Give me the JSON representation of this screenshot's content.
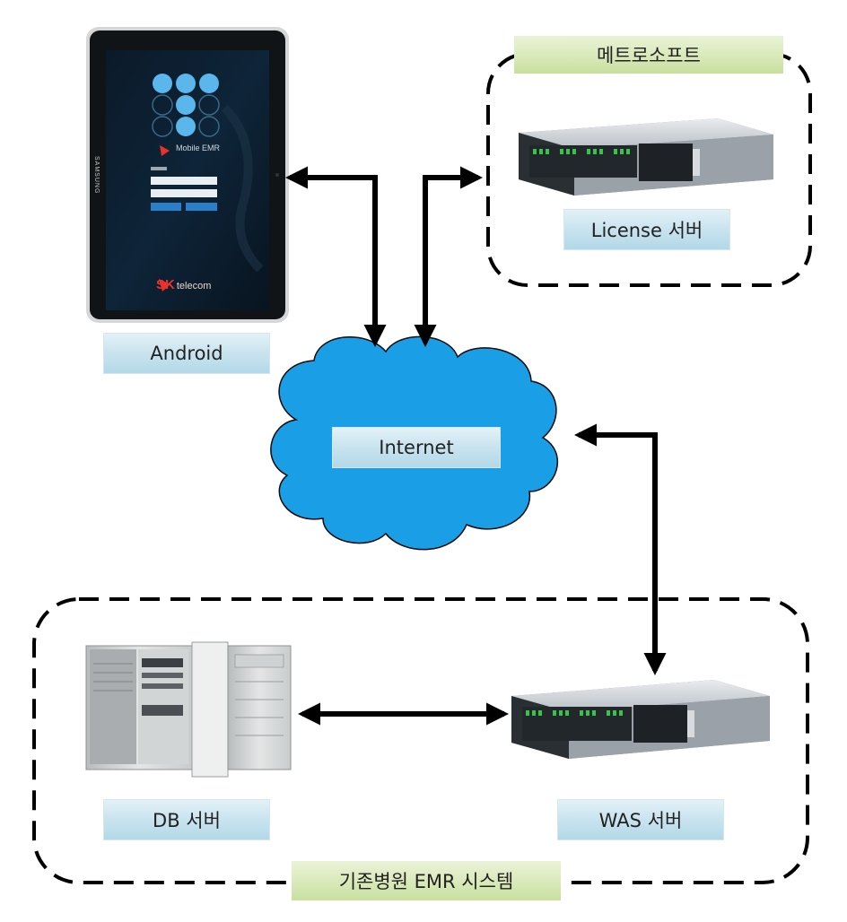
{
  "groups": {
    "license_group_label": "메트로소프트",
    "hospital_group_label": "기존병원 EMR 시스템"
  },
  "nodes": {
    "android": "Android",
    "license_server": "License 서버",
    "internet": "Internet",
    "db_server": "DB 서버",
    "was_server": "WAS 서버"
  },
  "tablet": {
    "app_name": "Mobile EMR",
    "brand": "SK",
    "brand_sub": "telecom",
    "device_brand": "SAMSUNG"
  },
  "colors": {
    "cloud_fill": "#1a9ee6",
    "node_label_bg": "#c6e2ee",
    "group_label_bg": "#d7e8b6",
    "arrow": "#000000"
  }
}
